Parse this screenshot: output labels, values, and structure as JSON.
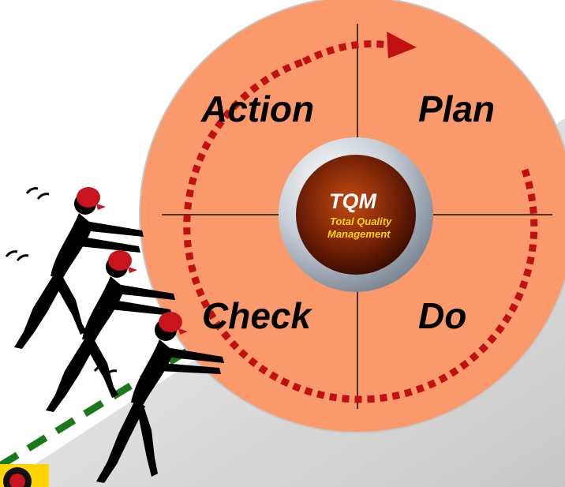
{
  "diagram": {
    "quadrants": {
      "top_left": "Action",
      "top_right": "Plan",
      "bottom_left": "Check",
      "bottom_right": "Do"
    },
    "hub": {
      "title": "TQM",
      "subtitle_line1": "Total Quality",
      "subtitle_line2": "Management"
    },
    "colors": {
      "wheel_fill": "#fa9a6c",
      "cycle_arrow": "#c01010",
      "slope_dash": "#1a7a1a",
      "hub_dark": "#5a1500",
      "hub_ring": "#aab4c0",
      "badge": "#ffd400"
    },
    "icons": {
      "figures": "people-pushing-wheel-icon",
      "badge": "corner-logo-icon"
    }
  }
}
